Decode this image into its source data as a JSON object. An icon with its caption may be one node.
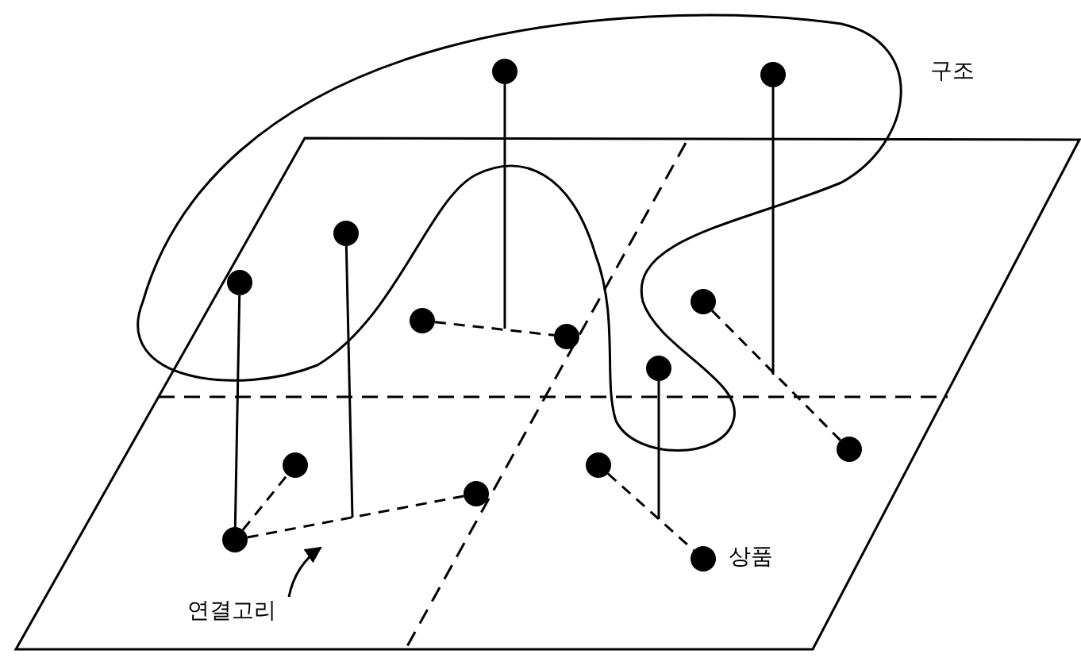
{
  "diagram": {
    "nodes": [
      {
        "text": [
          "구조"
        ]
      },
      {
        "text": [],
        "shape": "circle",
        "in": 0
      },
      {
        "text": [],
        "shape": "circle",
        "in": 0
      },
      {
        "text": [],
        "shape": "circle",
        "in": 0
      },
      {
        "text": [],
        "shape": "circle",
        "in": 0
      },
      {
        "text": [],
        "shape": "circle"
      },
      {
        "text": [],
        "shape": "circle"
      },
      {
        "text": [],
        "shape": "circle"
      },
      {
        "text": [],
        "shape": "circle",
        "in": 0
      },
      {
        "text": [],
        "shape": "circle"
      },
      {
        "text": [],
        "shape": "circle"
      },
      {
        "text": [],
        "shape": "circle"
      },
      {
        "text": [],
        "shape": "circle"
      },
      {
        "text": [],
        "shape": "circle"
      },
      {
        "text": [],
        "shape": "circle",
        "beside": [
          "상품"
        ]
      },
      {
        "text": [
          "연결고리"
        ]
      }
    ],
    "edges": [
      {
        "from": 6,
        "to": 7,
        "arrow": "none",
        "style": "dashed"
      },
      {
        "from": 5,
        "to": 9,
        "arrow": "none",
        "style": "dashed"
      },
      {
        "from": 13,
        "to": 10,
        "arrow": "none",
        "style": "dashed"
      },
      {
        "from": 13,
        "to": 12,
        "arrow": "none",
        "style": "dashed"
      },
      {
        "from": 11,
        "to": 14,
        "arrow": "none",
        "style": "dashed"
      },
      {
        "from": 4,
        "to": 13,
        "arrow": "none"
      },
      {
        "from": 1,
        "to": null,
        "arrow": "none"
      },
      {
        "from": 2,
        "to": null,
        "arrow": "none"
      },
      {
        "from": 3,
        "to": null,
        "arrow": "none"
      },
      {
        "from": 8,
        "to": null,
        "arrow": "none"
      },
      {
        "from": 15,
        "to": null,
        "arrow": "to"
      }
    ]
  }
}
